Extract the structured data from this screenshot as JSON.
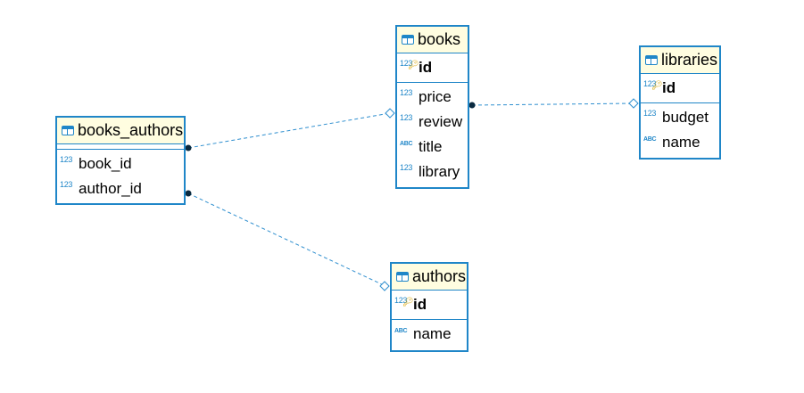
{
  "entities": {
    "books_authors": {
      "name": "books_authors",
      "pk": [],
      "attributes": [
        {
          "name": "book_id",
          "type_icon": "123"
        },
        {
          "name": "author_id",
          "type_icon": "123"
        }
      ]
    },
    "books": {
      "name": "books",
      "pk": [
        {
          "name": "id",
          "type_icon": "123"
        }
      ],
      "attributes": [
        {
          "name": "price",
          "type_icon": "123"
        },
        {
          "name": "review",
          "type_icon": "123"
        },
        {
          "name": "title",
          "type_icon": "ABC"
        },
        {
          "name": "library",
          "type_icon": "123"
        }
      ]
    },
    "libraries": {
      "name": "libraries",
      "pk": [
        {
          "name": "id",
          "type_icon": "123"
        }
      ],
      "attributes": [
        {
          "name": "budget",
          "type_icon": "123"
        },
        {
          "name": "name",
          "type_icon": "ABC"
        }
      ]
    },
    "authors": {
      "name": "authors",
      "pk": [
        {
          "name": "id",
          "type_icon": "123"
        }
      ],
      "attributes": [
        {
          "name": "name",
          "type_icon": "ABC"
        }
      ]
    }
  },
  "relations": [
    {
      "from": "books_authors",
      "to": "books"
    },
    {
      "from": "books_authors",
      "to": "authors"
    },
    {
      "from": "books",
      "to": "libraries"
    }
  ],
  "colors": {
    "border": "#1f86c8",
    "header": "#fffde0",
    "key": "#d9a400",
    "line": "#2f8fcf"
  }
}
